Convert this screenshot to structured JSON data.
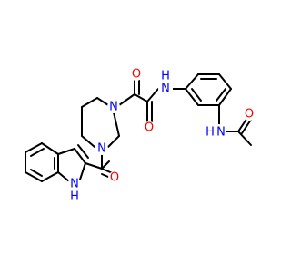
{
  "colors": {
    "carbon_bond": "#000000",
    "oxygen": "#ff0000",
    "nitrogen": "#0000ff",
    "background": "#ffffff"
  },
  "atoms": {
    "o_amide_left": {
      "label": "O",
      "element": "oxygen"
    },
    "o_amide_right": {
      "label": "O",
      "element": "oxygen"
    },
    "o_acetyl": {
      "label": "O",
      "element": "oxygen"
    },
    "o_indole_carbonyl": {
      "label": "O",
      "element": "oxygen"
    },
    "nh_amide": {
      "label": "N",
      "sublabel": "H",
      "element": "nitrogen"
    },
    "n_piperazine_top": {
      "label": "N",
      "element": "nitrogen"
    },
    "n_piperazine_bottom": {
      "label": "N",
      "element": "nitrogen"
    },
    "nh_acetyl": {
      "label": "N",
      "sublabel": "H",
      "element": "nitrogen"
    },
    "nh_indole": {
      "label": "N",
      "sublabel": "H",
      "element": "nitrogen"
    }
  }
}
